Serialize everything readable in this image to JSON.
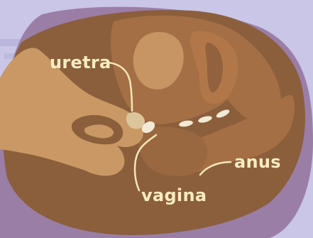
{
  "labels": {
    "uretra": "uretra",
    "vagina": "vagina",
    "anus": "anus"
  },
  "colors": {
    "background": "#c9c6e7",
    "outer_purple": "#9b7ea6",
    "body_dark": "#8b5e3c",
    "body_mid": "#a46f45",
    "body_light": "#c08a5c",
    "organ_highlight": "#cf9e6b",
    "hand": "#c99864",
    "label_text": "#f7ecc2",
    "leader_line": "#f4e7b4",
    "eggs": "#f3ead6"
  }
}
